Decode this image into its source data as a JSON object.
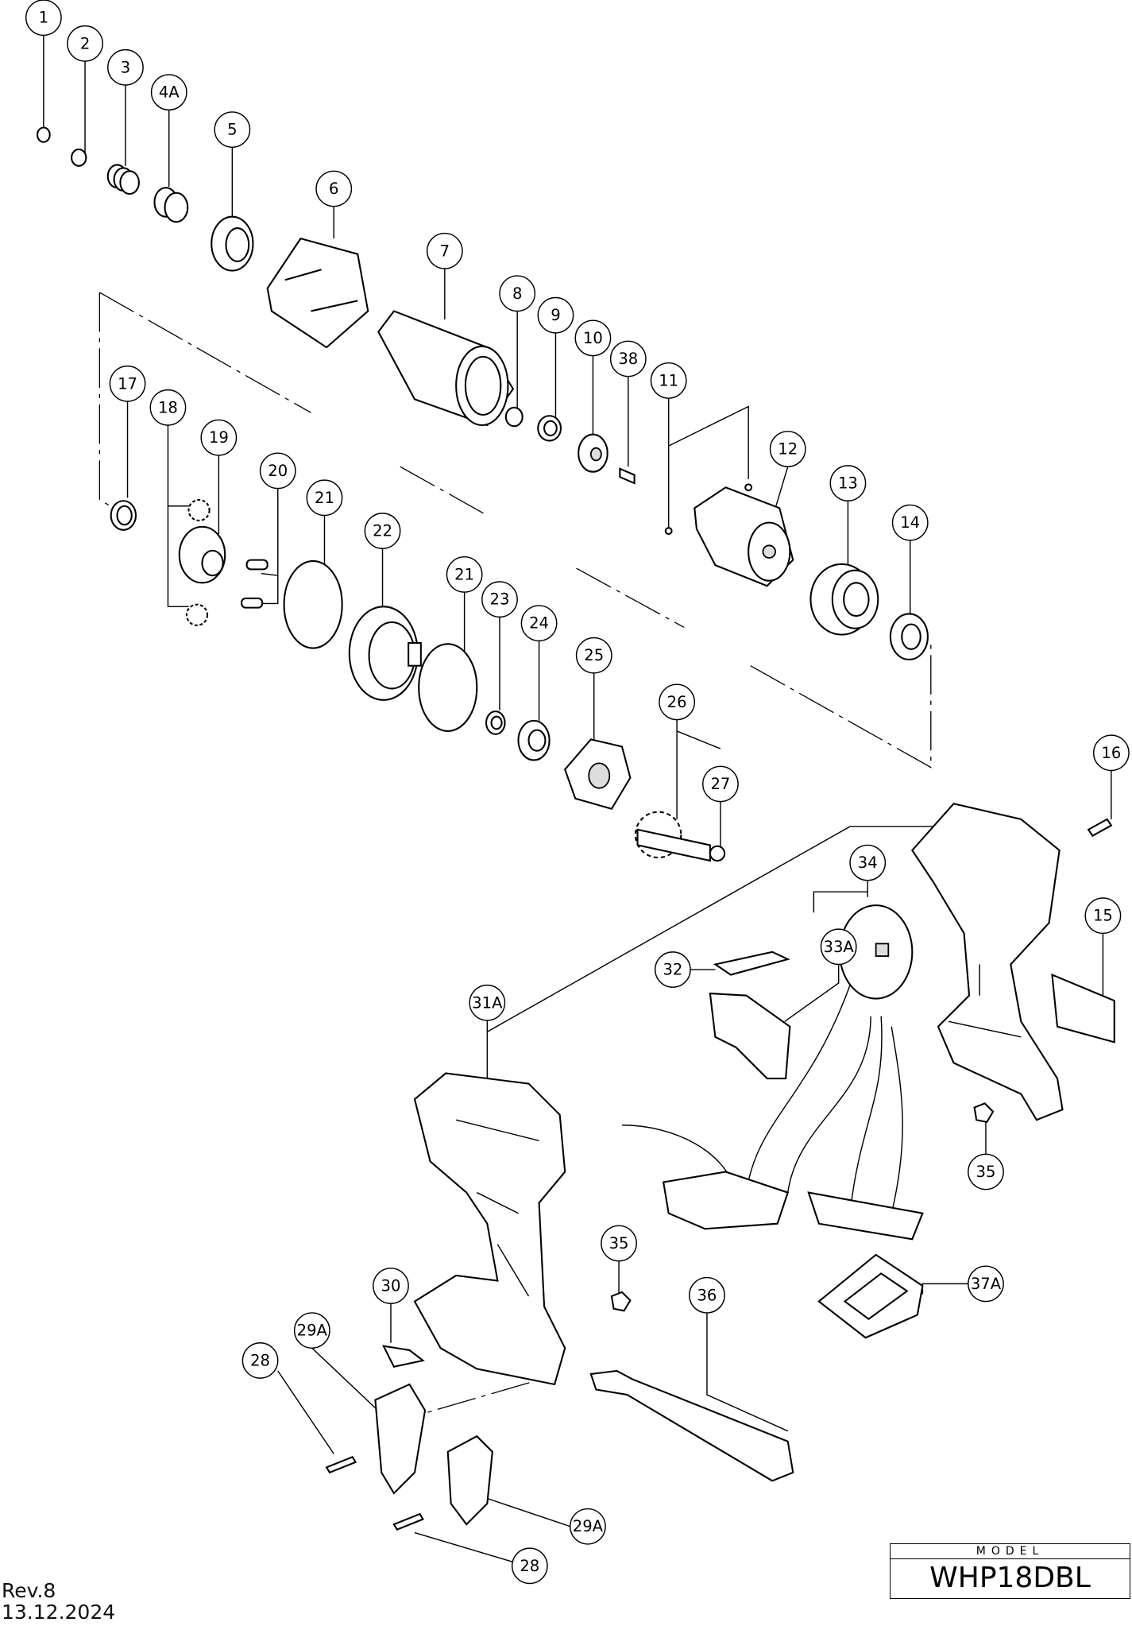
{
  "callouts": [
    "1",
    "2",
    "3",
    "4A",
    "5",
    "6",
    "7",
    "8",
    "9",
    "10",
    "38",
    "11",
    "12",
    "13",
    "14",
    "17",
    "18",
    "19",
    "20",
    "21",
    "22",
    "21",
    "23",
    "24",
    "25",
    "26",
    "27",
    "16",
    "34",
    "15",
    "33A",
    "32",
    "31A",
    "35",
    "35",
    "30",
    "36",
    "37A",
    "29A",
    "28",
    "29A",
    "28"
  ],
  "revision": "Rev.8",
  "date": "13.12.2024",
  "model_label": "MODEL",
  "model": "WHP18DBL"
}
